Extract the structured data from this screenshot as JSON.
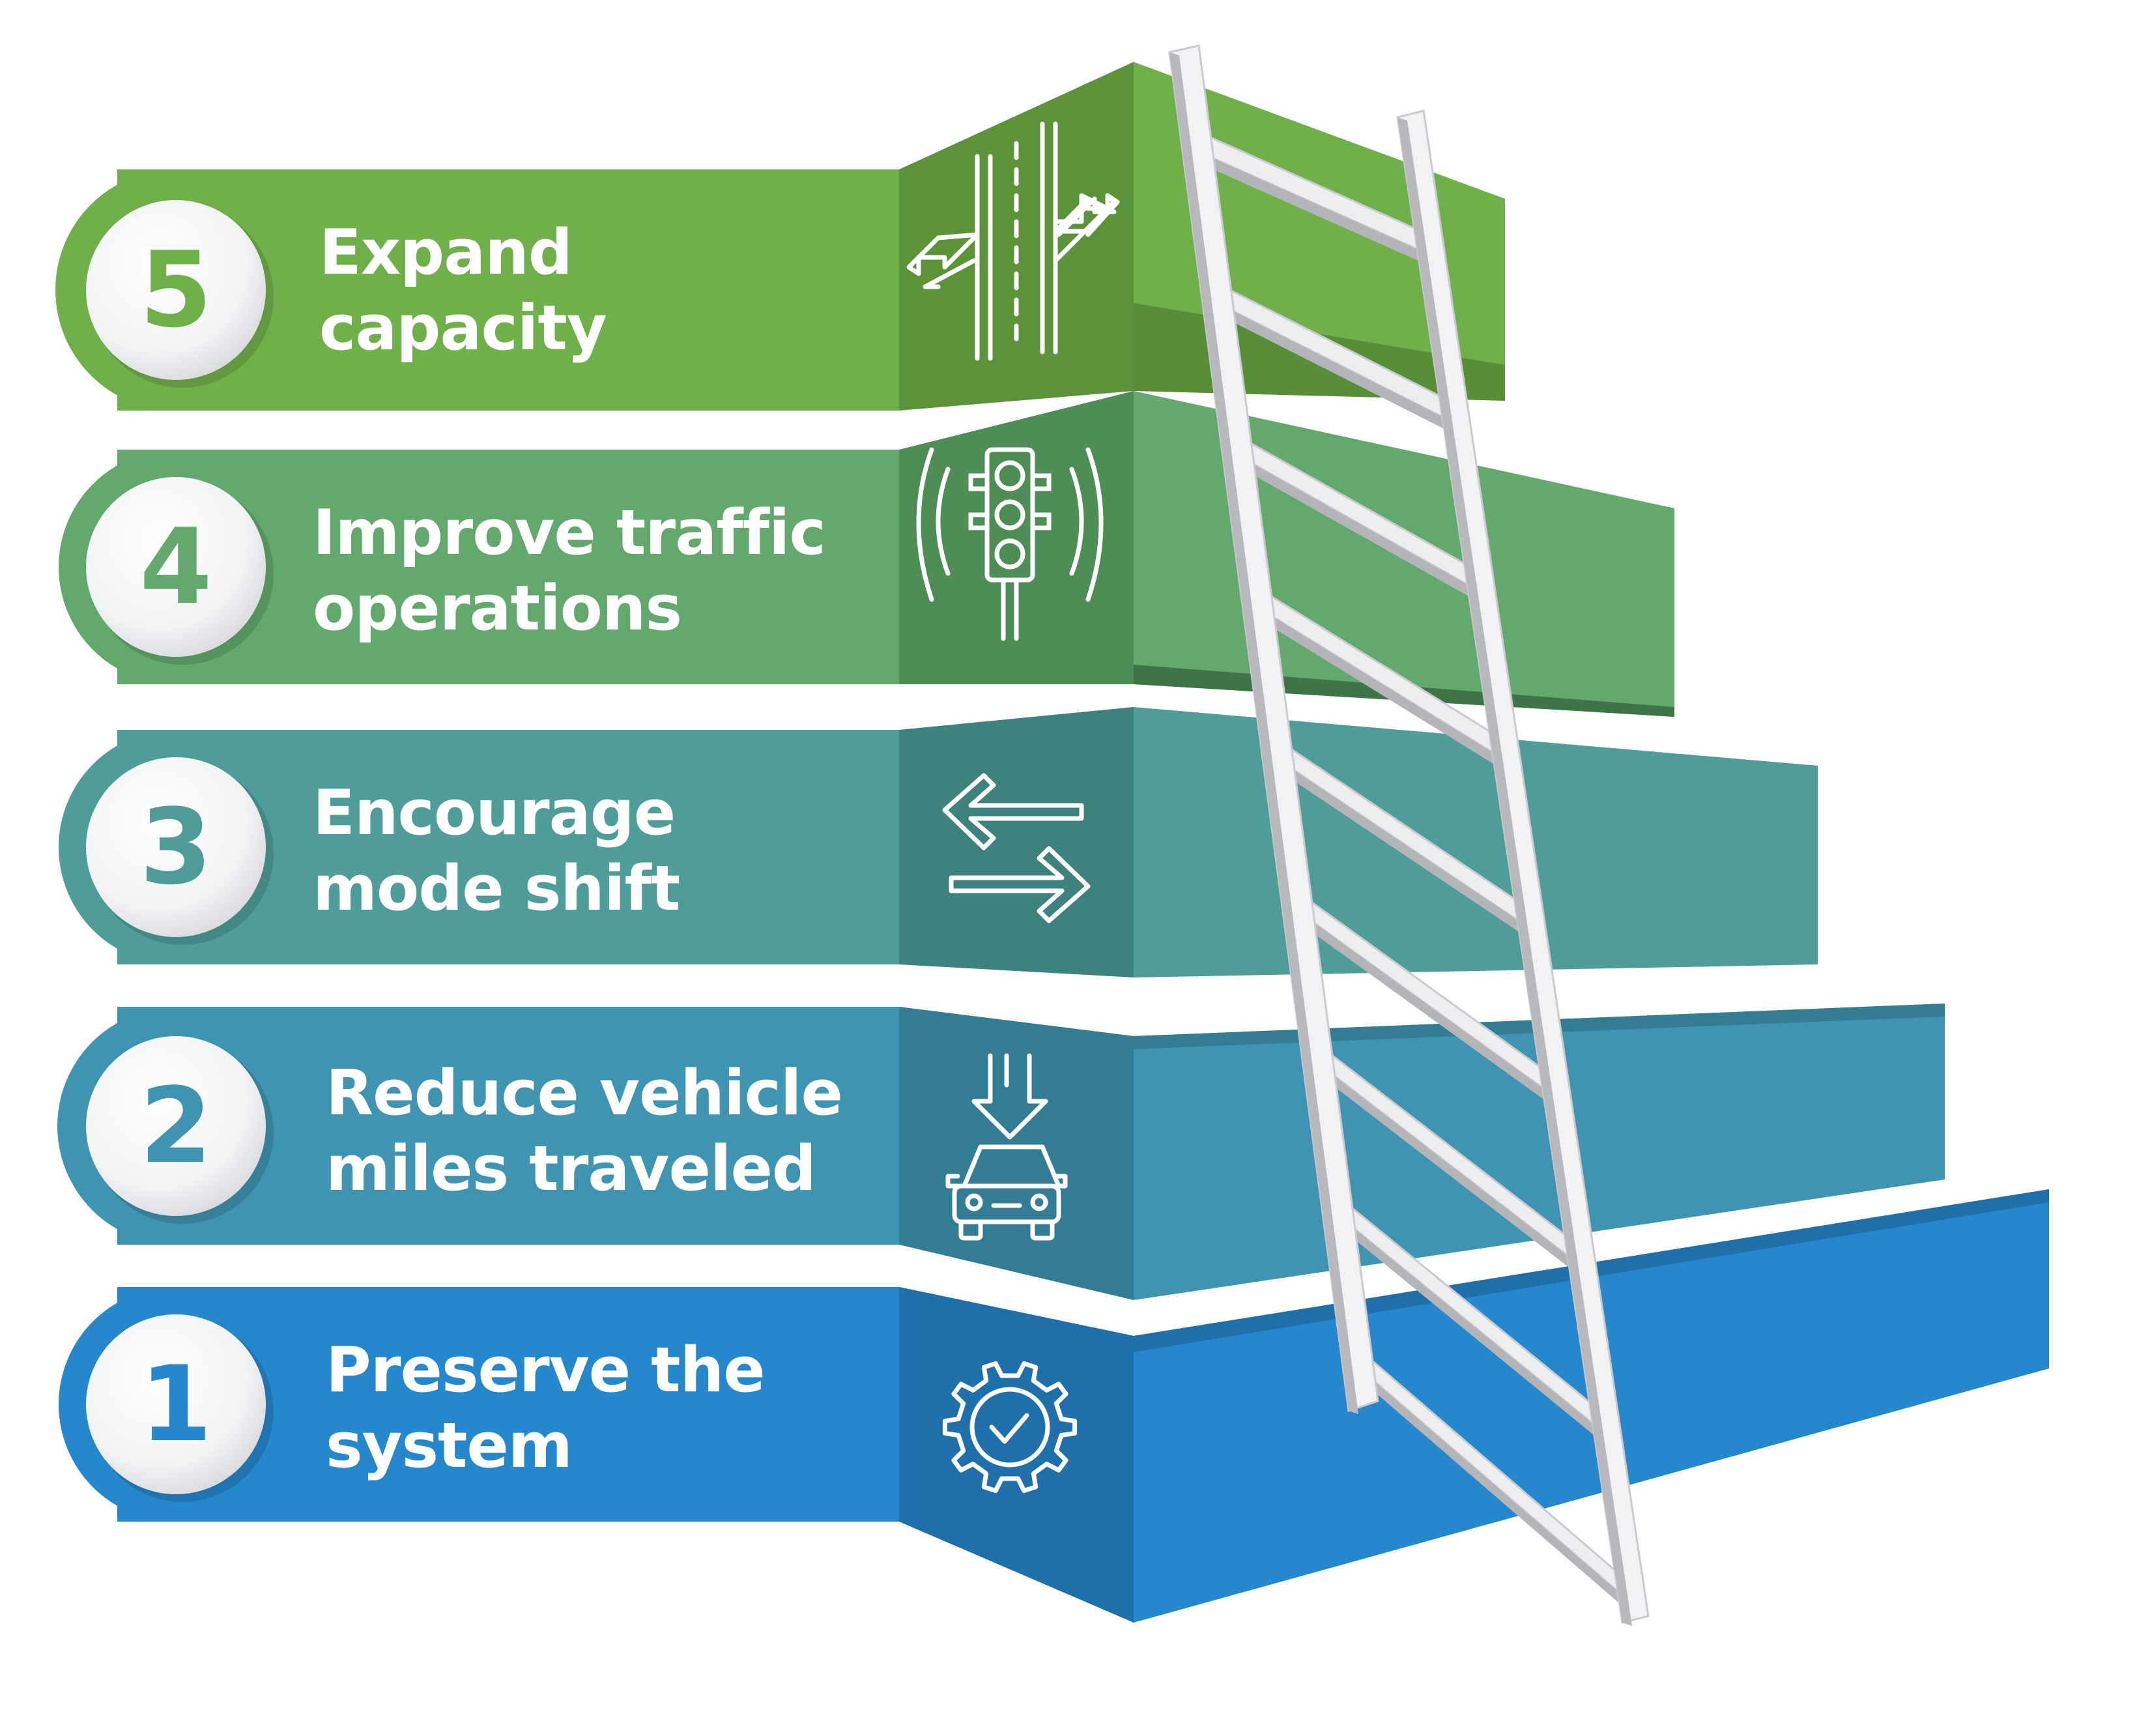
{
  "steps": [
    {
      "number": "1",
      "line1": "Preserve the",
      "line2": "system",
      "icon": "gear-check-icon",
      "color": "#2688cc",
      "dark": "#1f6fab"
    },
    {
      "number": "2",
      "line1": "Reduce vehicle",
      "line2": "miles traveled",
      "icon": "car-down-arrow-icon",
      "color": "#3f95b1",
      "dark": "#327d94"
    },
    {
      "number": "3",
      "line1": "Encourage",
      "line2": "mode shift",
      "icon": "two-way-arrows-icon",
      "color": "#4e9d98",
      "dark": "#3e827d"
    },
    {
      "number": "4",
      "line1": "Improve traffic",
      "line2": "operations",
      "icon": "traffic-signal-icon",
      "color": "#63a96d",
      "dark": "#4f8d57"
    },
    {
      "number": "5",
      "line1": "Expand",
      "line2": "capacity",
      "icon": "road-widening-icon",
      "color": "#70b04a",
      "dark": "#5a9339"
    }
  ]
}
